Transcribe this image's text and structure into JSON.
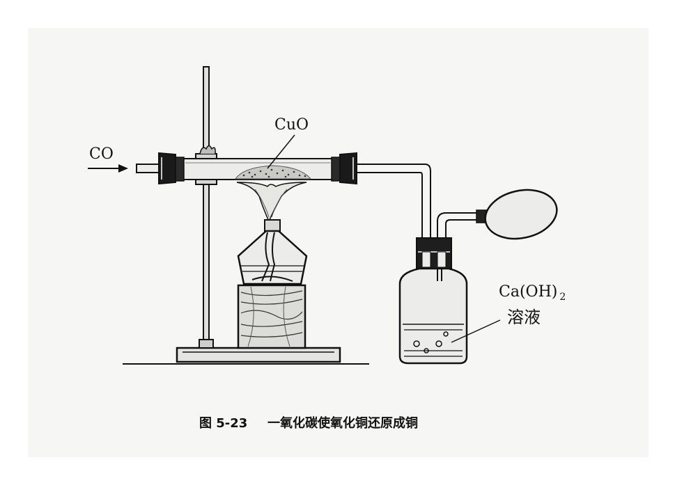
{
  "labels": {
    "co": "CO",
    "cuo": "CuO",
    "caoh2": "Ca(OH)",
    "subscript": "2",
    "solution": "溶液"
  },
  "caption": {
    "number": "图 5-23",
    "text": "一氧化碳使氧化铜还原成铜"
  },
  "colors": {
    "ink": "#111111",
    "paper": "#f6f6f5",
    "glass": "#ececea",
    "wood": "#d9d9d6"
  }
}
